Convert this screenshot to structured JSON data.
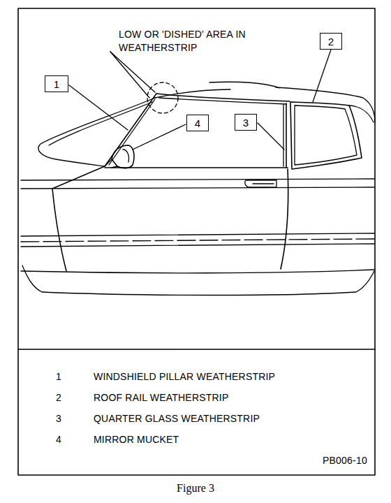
{
  "diagram": {
    "caption": "Figure 3",
    "nodes": [
      {
        "text": [
          "1"
        ]
      },
      {
        "text": [
          "2"
        ]
      },
      {
        "text": [
          "3"
        ]
      },
      {
        "text": [
          "4"
        ]
      }
    ],
    "labels": [
      "LOW OR 'DISHED' AREA IN WEATHERSTRIP",
      "1",
      "WINDSHIELD PILLAR WEATHERSTRIP",
      "2",
      "ROOF RAIL WEATHERSTRIP",
      "3",
      "QUARTER GLASS WEATHERSTRIP",
      "4",
      "MIRROR MUCKET",
      "PB006-10"
    ]
  }
}
